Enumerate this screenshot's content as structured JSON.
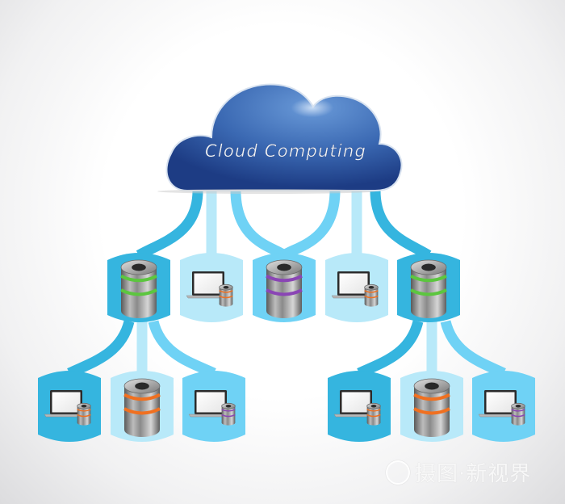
{
  "diagram": {
    "title": "Cloud Computing",
    "colors": {
      "cloud_dark": "#1e3f86",
      "cloud_light": "#4f7fc4",
      "node_dark": "#35b5df",
      "node_mid": "#6fd2f5",
      "node_light": "#b8e9f9",
      "stripe_green": "#5cc63f",
      "stripe_purple": "#8a45b5",
      "stripe_orange": "#f07020"
    },
    "middle_row": [
      {
        "id": "m1",
        "type": "server",
        "stripe": "green",
        "shade": "dark"
      },
      {
        "id": "m2",
        "type": "laptop",
        "stripe": "orange",
        "shade": "light"
      },
      {
        "id": "m3",
        "type": "server",
        "stripe": "purple",
        "shade": "mid"
      },
      {
        "id": "m4",
        "type": "laptop",
        "stripe": "orange",
        "shade": "light"
      },
      {
        "id": "m5",
        "type": "server",
        "stripe": "green",
        "shade": "dark"
      }
    ],
    "bottom_row": [
      {
        "id": "b1",
        "type": "laptop",
        "stripe": "orange",
        "shade": "dark",
        "parent": "m1"
      },
      {
        "id": "b2",
        "type": "server",
        "stripe": "orange",
        "shade": "light",
        "parent": "m1"
      },
      {
        "id": "b3",
        "type": "laptop",
        "stripe": "purple",
        "shade": "mid",
        "parent": "m1"
      },
      {
        "id": "b4",
        "type": "laptop",
        "stripe": "orange",
        "shade": "dark",
        "parent": "m5"
      },
      {
        "id": "b5",
        "type": "server",
        "stripe": "orange",
        "shade": "light",
        "parent": "m5"
      },
      {
        "id": "b6",
        "type": "laptop",
        "stripe": "purple",
        "shade": "mid",
        "parent": "m5"
      }
    ]
  },
  "watermark": {
    "text": "摄图·新视界"
  }
}
